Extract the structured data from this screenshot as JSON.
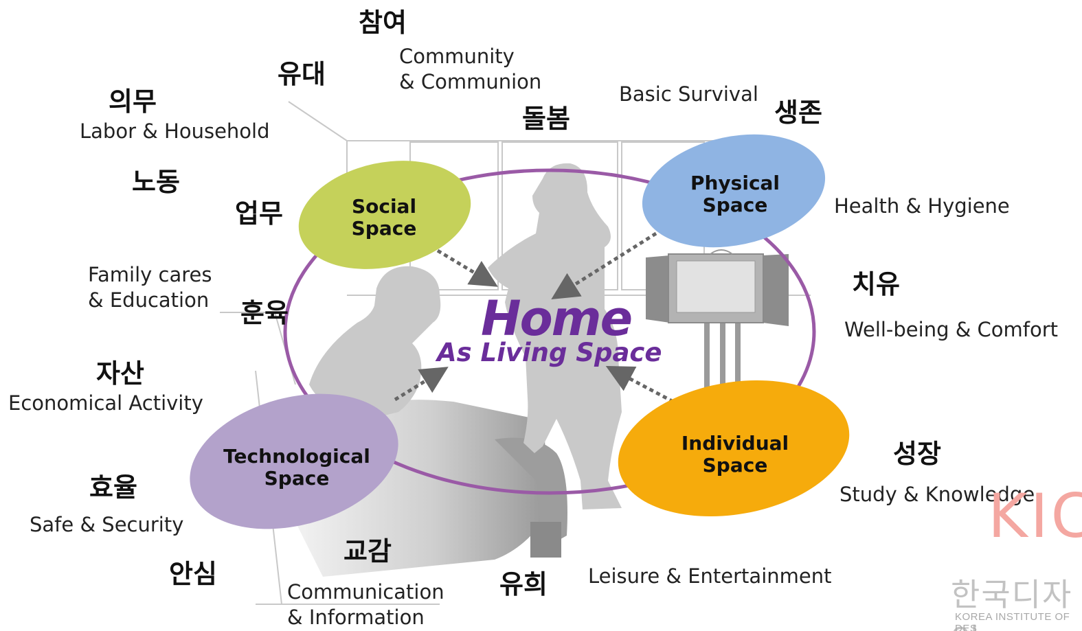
{
  "center": {
    "title": "Home",
    "subtitle": "As Living Space"
  },
  "spaces": [
    {
      "line1": "Social",
      "line2": "Space",
      "color": "#c5d15a"
    },
    {
      "line1": "Physical",
      "line2": "Space",
      "color": "#8fb4e3"
    },
    {
      "line1": "Technological",
      "line2": "Space",
      "color": "#b3a2cb"
    },
    {
      "line1": "Individual",
      "line2": "Space",
      "color": "#f6ab0c"
    }
  ],
  "korean_terms": {
    "participation": "참여",
    "bond": "유대",
    "duty": "의무",
    "care": "돌봄",
    "survival": "생존",
    "labor": "노동",
    "work": "업무",
    "healing": "치유",
    "upbringing": "훈육",
    "asset": "자산",
    "growth": "성장",
    "efficiency": "효율",
    "empathy": "교감",
    "safety": "안심",
    "play": "유희"
  },
  "english_terms": {
    "community": [
      "Community",
      "& Communion"
    ],
    "basic_survival": "Basic Survival",
    "labor_household": "Labor & Household",
    "health_hygiene": "Health & Hygiene",
    "family_cares": [
      "Family cares",
      "& Education"
    ],
    "wellbeing": "Well-being & Comfort",
    "economical": "Economical Activity",
    "study": "Study & Knowledge",
    "safe_security": "Safe & Security",
    "communication": [
      "Communication",
      "& Information"
    ],
    "leisure": "Leisure & Entertainment"
  },
  "watermark": {
    "logo": "KIC",
    "korean": "한국디자인",
    "english": "KOREA INSTITUTE OF DES"
  },
  "colors": {
    "ring": "#9a5aa6",
    "center_text": "#6a2d9a",
    "arrow": "#666666",
    "silhouette": "#c9c9c9"
  }
}
